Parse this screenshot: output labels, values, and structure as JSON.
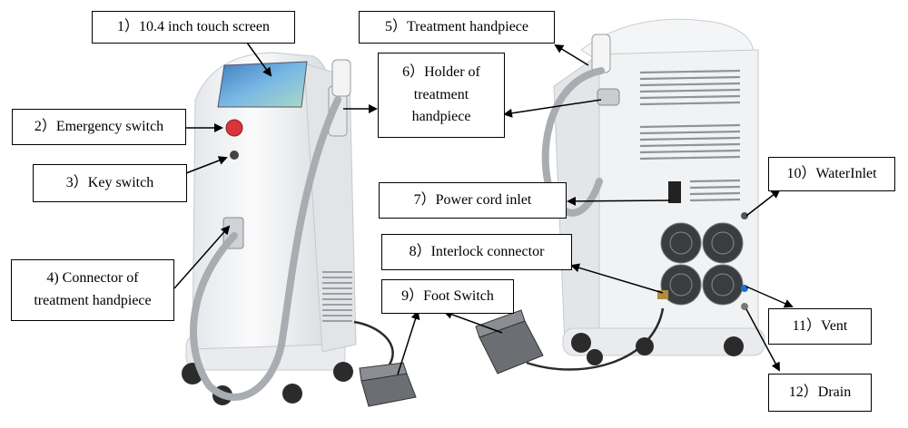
{
  "labels": {
    "touch_screen": "1）10.4 inch touch screen",
    "emergency_switch": "2）Emergency switch",
    "key_switch": "3）Key switch",
    "connector_line1": "4) Connector of",
    "connector_line2": "treatment handpiece",
    "treatment_handpiece": "5）Treatment handpiece",
    "holder_line1": "6）Holder of",
    "holder_line2": "treatment",
    "holder_line3": "handpiece",
    "power_cord_inlet": "7）Power cord inlet",
    "interlock_connector": "8）Interlock connector",
    "foot_switch": "9）Foot Switch",
    "water_inlet": "10）WaterInlet",
    "vent": "11）Vent",
    "drain": "12）Drain"
  },
  "colors": {
    "machine_body": "#f2f3f5",
    "machine_shadow": "#d5d8dc",
    "screen": "#5a9fd0",
    "emergency_button": "#d8343a",
    "cable": "#a9adb2",
    "pedal": "#6b6f73",
    "line": "#000000"
  }
}
